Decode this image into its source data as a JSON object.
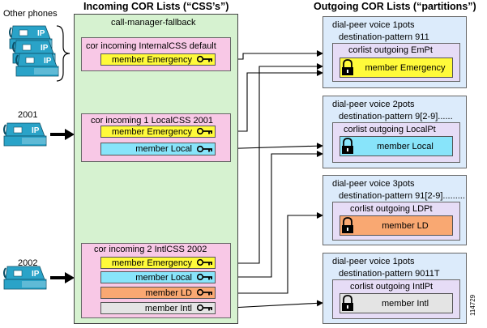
{
  "headers": {
    "other_phones": "Other phones",
    "incoming": "Incoming COR Lists (“CSS’s”)",
    "outgoing": "Outgoing COR Lists (“partitions”)"
  },
  "incoming_panel": {
    "title": "call-manager-fallback",
    "groups": [
      {
        "title": "cor incoming InternalCSS default",
        "members": [
          "member Emergency"
        ]
      },
      {
        "title": "cor incoming 1 LocalCSS 2001",
        "members": [
          "member Emergency",
          "member Local"
        ]
      },
      {
        "title": "cor incoming 2 IntlCSS 2002",
        "members": [
          "member Emergency",
          "member Local",
          "member LD",
          "member Intl"
        ]
      }
    ]
  },
  "phones": {
    "label_2001": "2001",
    "label_2002": "2002",
    "ip_text": "IP"
  },
  "dial_peers": [
    {
      "line1": "dial-peer voice 1pots",
      "line2": "destination-pattern 911",
      "corlist": "corlist outgoing EmPt",
      "member": "member Emergency"
    },
    {
      "line1": "dial-peer voice 2pots",
      "line2": "destination-pattern 9[2-9]......",
      "corlist": "corlist outgoing LocalPt",
      "member": "member Local"
    },
    {
      "line1": "dial-peer voice 3pots",
      "line2": "destination-pattern 91[2-9].........",
      "corlist": "corlist outgoing LDPt",
      "member": "member LD"
    },
    {
      "line1": "dial-peer voice 1pots",
      "line2": "destination-pattern 9011T",
      "corlist": "corlist outgoing IntlPt",
      "member": "member Intl"
    }
  ],
  "figure_id": "114729",
  "colors": {
    "emergency": "#fffa3a",
    "local": "#88e4fa",
    "ld": "#f9a872",
    "intl": "#e4e4e4",
    "phone": "#2aa3c8"
  }
}
